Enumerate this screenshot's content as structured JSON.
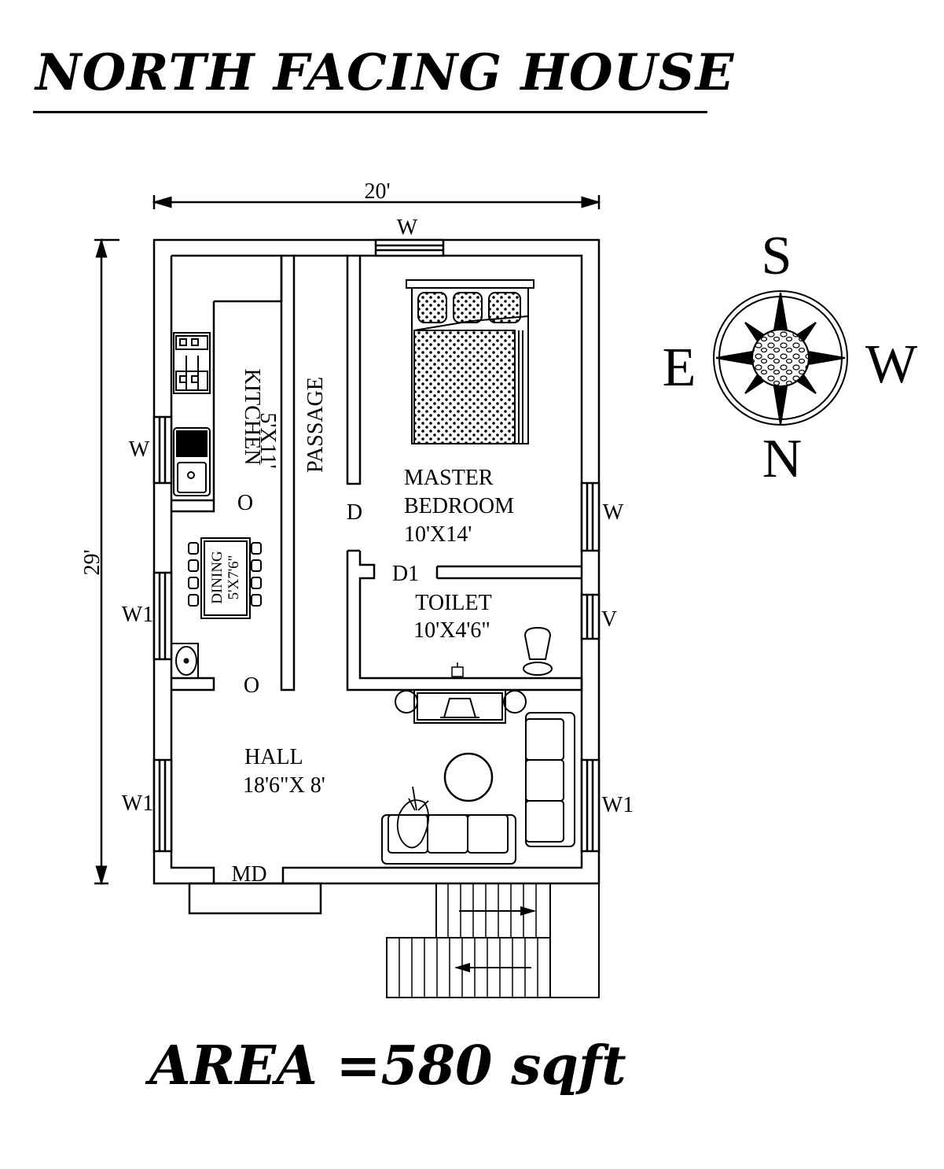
{
  "title": "NORTH FACING HOUSE",
  "area": "AREA =580 sqft",
  "dimensions": {
    "width": "20'",
    "depth": "29'"
  },
  "rooms": {
    "kitchen": {
      "name": "KITCHEN",
      "size": "5'X11'"
    },
    "passage": {
      "name": "PASSAGE"
    },
    "master_bedroom": {
      "name_line1": "MASTER",
      "name_line2": "BEDROOM",
      "size": "10'X14'"
    },
    "dining": {
      "name": "DINING",
      "size": "5'X7'6\""
    },
    "toilet": {
      "name": "TOILET",
      "size": "10'X4'6\""
    },
    "hall": {
      "name": "HALL",
      "size": "18'6\"X 8'"
    }
  },
  "openings": {
    "top_window": "W",
    "kitchen_window": "W",
    "bedroom_window": "W",
    "dining_window": "W1",
    "hall_left_window": "W1",
    "hall_right_window": "W1",
    "toilet_vent": "V",
    "bedroom_door": "D",
    "toilet_door": "D1",
    "main_door": "MD",
    "kitchen_opening": "O",
    "hall_opening": "O"
  },
  "compass": {
    "north": "N",
    "south": "S",
    "east": "E",
    "west": "W"
  }
}
